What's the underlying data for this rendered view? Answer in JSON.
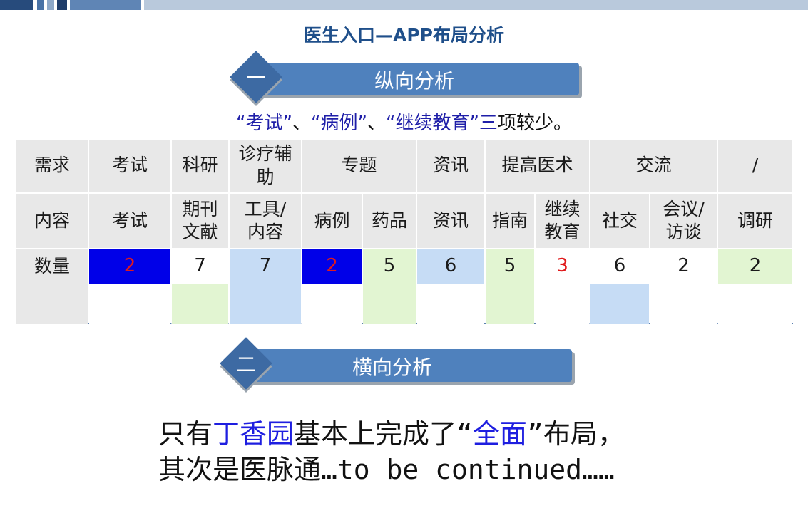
{
  "title": "医生入口—APP布局分析",
  "section1": {
    "num": "一",
    "label": "纵向分析"
  },
  "note": {
    "q1": "“考试”",
    "sep1": "、",
    "q2": "“病例”",
    "sep2": "、",
    "q3": "“继续教育”",
    "strong": "三",
    "rest": "项较少。"
  },
  "table": {
    "row_header_need": "需求",
    "row_header_content": "内容",
    "row_header_count": "数量",
    "needs": [
      "考试",
      "科研",
      "诊疗辅\n助",
      "专题",
      "资讯",
      "提高医术",
      "交流",
      "/"
    ],
    "contents": [
      "考试",
      "期刊\n文献",
      "工具/\n内容",
      "病例",
      "药品",
      "资讯",
      "指南",
      "继续\n教育",
      "社交",
      "会议/\n访谈",
      "调研"
    ],
    "counts": [
      "2",
      "7",
      "7",
      "2",
      "5",
      "6",
      "5",
      "3",
      "6",
      "2",
      "2"
    ],
    "colors": {
      "dark_blue": "#0000e8",
      "light_blue": "#c6dcf5",
      "light_green": "#e2f5d2",
      "red": "#e0191b"
    }
  },
  "section2": {
    "num": "二",
    "label": "横向分析"
  },
  "conclusion": {
    "line1_a": "只有",
    "line1_b": "丁香园",
    "line1_c": "基本上完成了“",
    "line1_d": "全面",
    "line1_e": "”布局，",
    "line2": "其次是医脉通…to be continued……"
  }
}
